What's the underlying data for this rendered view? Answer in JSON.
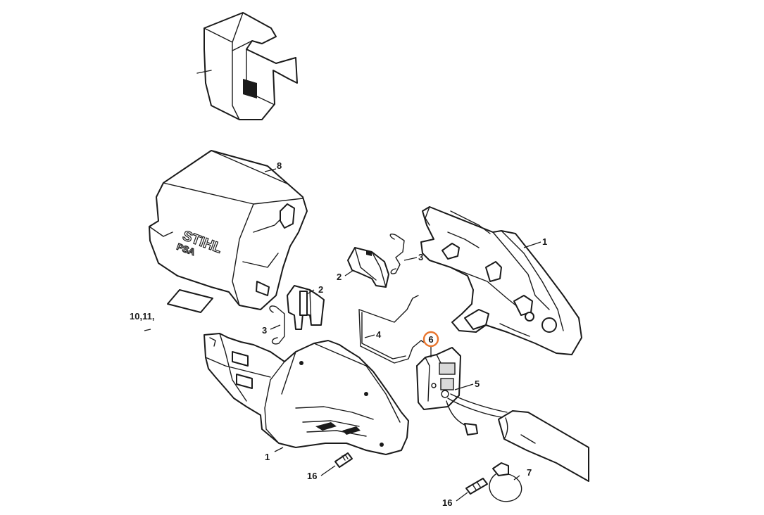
{
  "diagram": {
    "highlight_color": "#e8742c",
    "callouts": {
      "c1_upper": "1",
      "c1_lower": "1",
      "c2_upper": "2",
      "c2_mid": "2",
      "c3_upper": "3",
      "c3_mid": "3",
      "c4": "4",
      "c5": "5",
      "c6": "6",
      "c7": "7",
      "c8": "8",
      "c10_11": "10,11,",
      "c16_left": "16",
      "c16_right": "16"
    },
    "logo": {
      "brand": "STIHL",
      "model": "PSA"
    }
  }
}
